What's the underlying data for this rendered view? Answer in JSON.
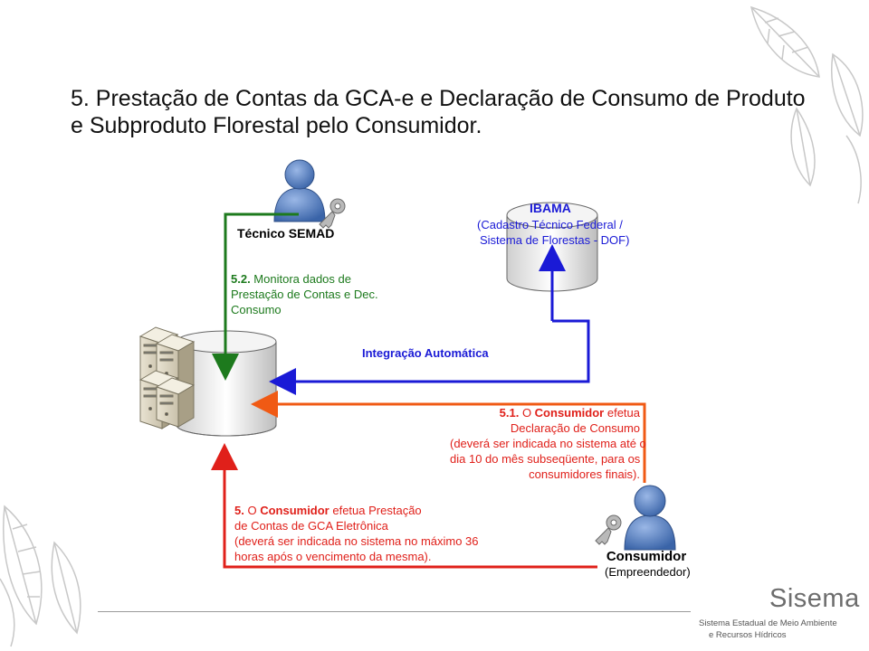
{
  "slide": {
    "title_line1": "5. Prestação de Contas da GCA-e e Declaração de Consumo de Produto",
    "title_line2": "e Subproduto Florestal pelo Consumidor."
  },
  "actors": {
    "tecnico": {
      "label": "Técnico SEMAD"
    },
    "consumidor": {
      "label": "Consumidor",
      "sublabel": "(Empreendedor)"
    }
  },
  "ibama": {
    "title": "IBAMA",
    "line1": "(Cadastro Técnico Federal  /",
    "line2": "Sistema de Florestas - DOF)"
  },
  "steps": {
    "s52": {
      "num": "5.2.",
      "line1": " Monitora dados de",
      "line2": "Prestação de Contas e Dec.",
      "line3": "Consumo"
    },
    "integracao": "Integração Automática",
    "s51": {
      "num": "5.1.",
      "pre": " O ",
      "actor": "Consumidor",
      "post": " efetua",
      "line2": "Declaração  de Consumo",
      "line3": "(deverá ser indicada no sistema até o",
      "line4": "dia 10 do mês subseqüente, para os",
      "line5": "consumidores finais)."
    },
    "s5": {
      "num": "5.",
      "pre": " O ",
      "actor": "Consumidor",
      "post": " efetua Prestação",
      "line2": "de Contas de GCA Eletrônica",
      "line3": "(deverá ser indicada no sistema no máximo 36",
      "line4": "horas após o vencimento da mesma)."
    }
  },
  "logo": {
    "name": "Sisema",
    "sub1": "Sistema Estadual de Meio Ambiente",
    "sub2": "e Recursos Hídricos"
  },
  "colors": {
    "green": "#1d7a1d",
    "blue": "#1a1ad6",
    "orange": "#f05a14",
    "red": "#e0201a"
  },
  "icons": [
    "person-icon",
    "key-icon",
    "database-icon",
    "server-icon",
    "leaf-decoration-icon"
  ]
}
